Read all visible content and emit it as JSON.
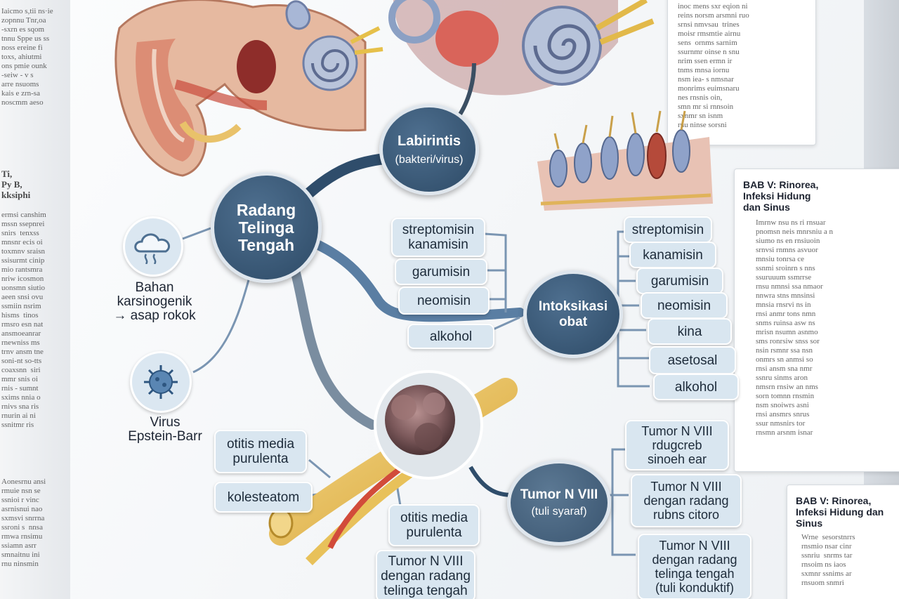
{
  "hubs": {
    "center": "Radang Telinga Tengah",
    "labirintis": {
      "title": "Labirintis",
      "sub": "(bakteri/virus)"
    },
    "intoksikasi": "Intoksikasi obat",
    "tumor": {
      "title": "Tumor N VIII",
      "sub": "(tuli syaraf)"
    }
  },
  "left_drugs": [
    "streptomisin\nkanamisin",
    "garumisin",
    "neomisin",
    "alkohol"
  ],
  "right_drugs": [
    "streptomisin",
    "kanamisin",
    "garumisin",
    "neomisin",
    "kina",
    "asetosal",
    "alkohol"
  ],
  "causes": {
    "carcinogen": "Bahan\nkarsinogenik\n→ asap rokok",
    "virus": "Virus\nEpstein-Barr"
  },
  "lower_left": [
    "otitis media\npurulenta",
    "kolesteatom"
  ],
  "lower_center": [
    "otitis media\npurulenta",
    "Tumor N VIII\ndengan radang\ntelinga tengah"
  ],
  "tumor_right": [
    "Tumor N VIII\nrdugcreb\nsinoeh ear",
    "Tumor N VIII\ndengan radang\nrubns citoro",
    "Tumor N VIII\ndengan radang\ntelinga tengah\n(tuli konduktif)"
  ],
  "sidebar": {
    "chapter1": "BAB V: Rinorea,\nInfeksi  Hidung\ndan Sinus",
    "chapter2": "BAB V: Rinorea,\nInfeksi Hidung dan\nSinus",
    "left_head": "Ti,\nPy B,\nkksiphi"
  },
  "colors": {
    "hub": "#2d4a66",
    "pill": "#d9e6f0",
    "connector": "#2f4d6b",
    "connector_light": "#7a8da0"
  }
}
